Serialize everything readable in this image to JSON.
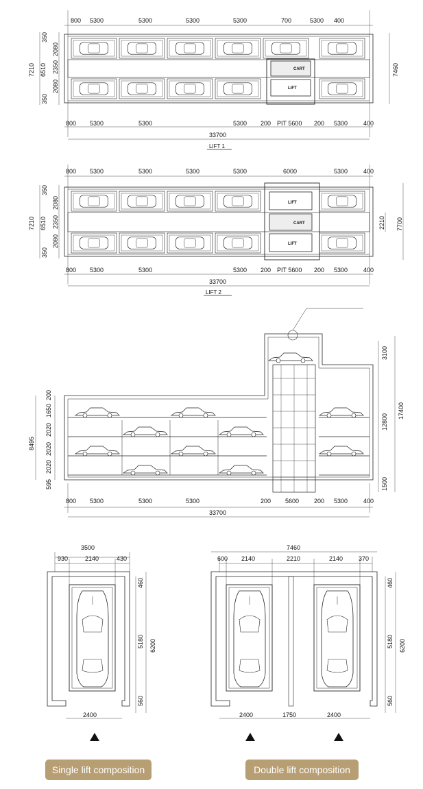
{
  "plan1": {
    "top_dims": [
      "800",
      "5300",
      "5300",
      "5300",
      "5300",
      "700",
      "5300",
      "400"
    ],
    "bottom_dims": [
      "800",
      "5300",
      "5300",
      "5300",
      "200",
      "PIT 5600",
      "200",
      "5300",
      "400"
    ],
    "left_dims": [
      "350",
      "2080",
      "2350",
      "2080",
      "350"
    ],
    "left_total": "7210",
    "left_mid": "6510",
    "right_total": "7460",
    "overall": "33700",
    "title": "LIFT 1",
    "cart": "CART",
    "lift": "LIFT"
  },
  "plan2": {
    "top_dims": [
      "800",
      "5300",
      "5300",
      "5300",
      "5300",
      "6000",
      "5300",
      "400"
    ],
    "bottom_dims": [
      "800",
      "5300",
      "5300",
      "5300",
      "200",
      "PIT 5600",
      "200",
      "5300",
      "400"
    ],
    "left_dims": [
      "350",
      "2080",
      "2350",
      "2080",
      "350"
    ],
    "left_total": "7210",
    "left_mid": "6510",
    "right_inner": "2210",
    "right_total": "7700",
    "overall": "33700",
    "title": "LIFT 2",
    "cart": "CART",
    "lift": "LIFT"
  },
  "section": {
    "left_dims": [
      "200",
      "1650",
      "2020",
      "2020",
      "2020",
      "595"
    ],
    "left_total": "8495",
    "right_dims": [
      "3100",
      "12800",
      "1500"
    ],
    "right_total": "17400",
    "bottom_dims": [
      "800",
      "5300",
      "5300",
      "5300",
      "200",
      "5600",
      "200",
      "5300",
      "400"
    ],
    "overall": "33700"
  },
  "single": {
    "top_total": "3500",
    "top_dims": [
      "930",
      "2140",
      "430"
    ],
    "right_dims": [
      "460",
      "5180",
      "560"
    ],
    "right_total": "6200",
    "bottom_dim": "2400",
    "label": "Single lift composition"
  },
  "double": {
    "top_total": "7460",
    "top_dims": [
      "600",
      "2140",
      "2210",
      "2140",
      "370"
    ],
    "right_dims": [
      "460",
      "5180",
      "560"
    ],
    "right_total": "6200",
    "bottom_dims": [
      "2400",
      "1750",
      "2400"
    ],
    "label": "Double lift composition"
  }
}
